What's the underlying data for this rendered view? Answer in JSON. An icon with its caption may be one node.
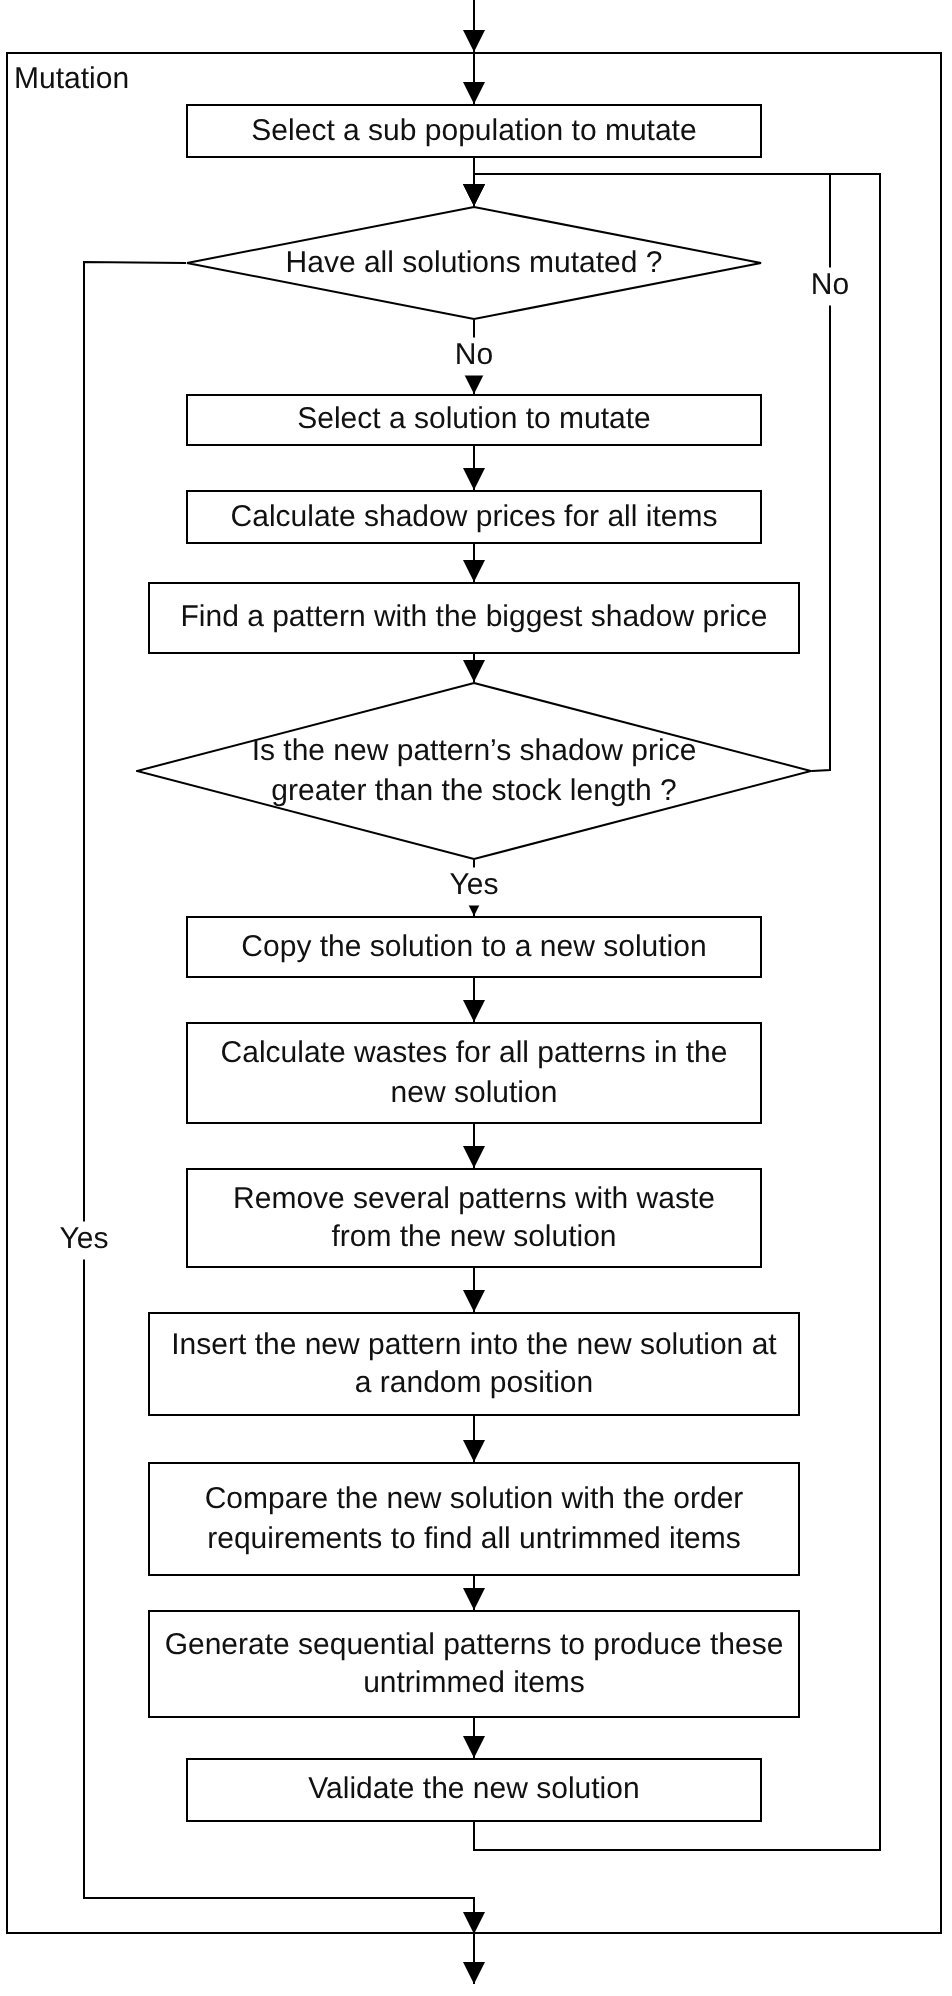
{
  "diagram": {
    "nodes": [
      {
        "text": [
          "Mutation"
        ]
      },
      {
        "text": [
          "Select a sub population to mutate"
        ],
        "in": 0
      },
      {
        "text": [
          "Have all solutions mutated ?"
        ],
        "in": 0
      },
      {
        "text": [
          "Select a solution to mutate"
        ],
        "in": 0
      },
      {
        "text": [
          "Calculate shadow prices for all items"
        ],
        "in": 0
      },
      {
        "text": [
          "Find a pattern with the biggest shadow price"
        ],
        "in": 0
      },
      {
        "text": [
          "Is the new pattern’s shadow price greater than the stock length ?"
        ],
        "in": 0
      },
      {
        "text": [
          "Copy the solution to a new solution"
        ],
        "in": 0
      },
      {
        "text": [
          "Calculate wastes for all patterns in the new solution"
        ],
        "in": 0
      },
      {
        "text": [
          "Remove several patterns with waste from the new solution"
        ],
        "in": 0
      },
      {
        "text": [
          "Insert the new pattern into the new solution at a random position"
        ],
        "in": 0
      },
      {
        "text": [
          "Compare the new solution with the order requirements to find all untrimmed items"
        ],
        "in": 0
      },
      {
        "text": [
          "Generate sequential patterns to produce these untrimmed items"
        ],
        "in": 0
      },
      {
        "text": [
          "Validate the new solution"
        ],
        "in": 0
      }
    ],
    "edges": [
      {
        "from": null,
        "to": 0,
        "arrow": "to"
      },
      {
        "from": 0,
        "to": 1,
        "arrow": "to"
      },
      {
        "from": 1,
        "to": 2,
        "arrow": "to"
      },
      {
        "from": 2,
        "to": 3,
        "arrow": "to",
        "label": "No"
      },
      {
        "from": 3,
        "to": 4,
        "arrow": "to"
      },
      {
        "from": 4,
        "to": 5,
        "arrow": "to"
      },
      {
        "from": 5,
        "to": 6,
        "arrow": "to"
      },
      {
        "from": 6,
        "to": 2,
        "arrow": "to",
        "label": "No"
      },
      {
        "from": 6,
        "to": 7,
        "arrow": "to",
        "label": "Yes"
      },
      {
        "from": 7,
        "to": 8,
        "arrow": "to"
      },
      {
        "from": 8,
        "to": 9,
        "arrow": "to"
      },
      {
        "from": 9,
        "to": 10,
        "arrow": "to"
      },
      {
        "from": 10,
        "to": 11,
        "arrow": "to"
      },
      {
        "from": 11,
        "to": 12,
        "arrow": "to"
      },
      {
        "from": 12,
        "to": 13,
        "arrow": "to"
      },
      {
        "from": 13,
        "to": 2,
        "arrow": "to"
      },
      {
        "from": 2,
        "to": 0,
        "arrow": "to",
        "label": "Yes"
      },
      {
        "from": 0,
        "to": null,
        "arrow": "to"
      }
    ]
  }
}
